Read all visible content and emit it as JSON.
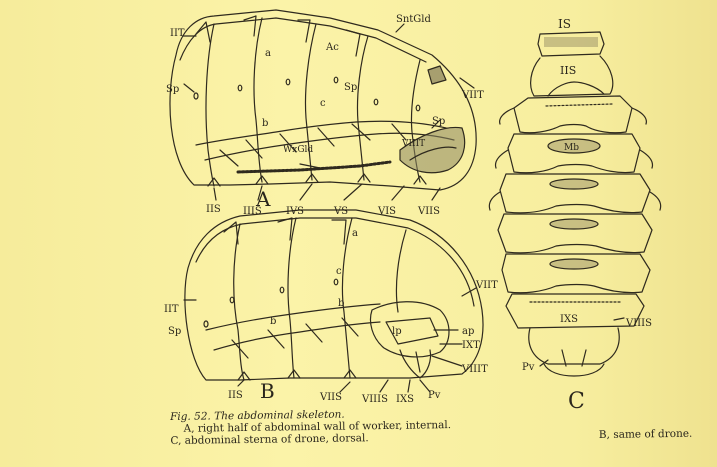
{
  "figure": {
    "panel_labels": {
      "a": "A",
      "b": "B",
      "c": "C"
    },
    "panel_a_labels": {
      "iit": "IIT",
      "sp_left": "Sp",
      "a": "a",
      "ac": "Ac",
      "sp_mid": "Sp",
      "c": "c",
      "b": "b",
      "sntgld": "SntGld",
      "viit": "VIIT",
      "sp_right": "Sp",
      "viiit": "VIIIT",
      "wxgld": "WxGld",
      "iis": "IIS",
      "iiis": "IIIS",
      "ivs": "IVS",
      "vs": "VS",
      "vis": "VIS",
      "viis": "VIIS"
    },
    "panel_b_labels": {
      "a": "a",
      "c": "c",
      "b": "b",
      "b2": "b",
      "iit": "IIT",
      "sp": "Sp",
      "viit": "VIIT",
      "lp": "lp",
      "ap": "ap",
      "ixt": "IXT",
      "viiit": "VIIIT",
      "iis": "IIS",
      "viis": "VIIS",
      "viiis": "VIIIS",
      "ixs": "IXS",
      "pv": "Pv"
    },
    "panel_c_labels": {
      "is": "IS",
      "iis": "IIS",
      "mb": "Mb",
      "ixs": "IXS",
      "viiis": "VIIIS",
      "pv": "Pv"
    }
  },
  "caption": {
    "figure_number": "Fig. 52.",
    "title_text": " The abdominal skeleton.",
    "line1": "A, right half of abdominal wall of worker, internal.",
    "line1_right": "B, same of drone.",
    "line2": "C, abdominal sterna of drone, dorsal."
  }
}
